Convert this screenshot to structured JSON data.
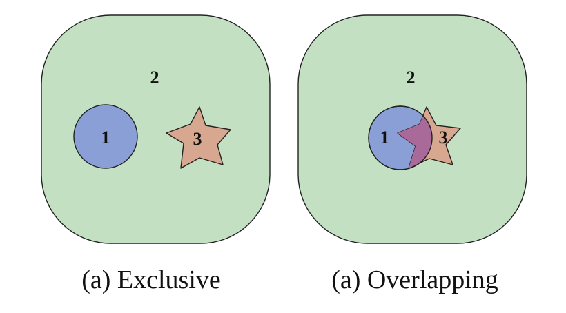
{
  "colors": {
    "background": "#ffffff",
    "outer_region": "#c3e0c3",
    "region_1": "#8a9fd6",
    "region_3": "#d7a78f",
    "intersection": "#a96a9a",
    "stroke": "#222222"
  },
  "panels": [
    {
      "caption": "(a) Exclusive",
      "labels": {
        "outer": "2",
        "circle": "1",
        "star": "3"
      }
    },
    {
      "caption": "(a) Overlapping",
      "labels": {
        "outer": "2",
        "circle": "1",
        "star": "3"
      }
    }
  ]
}
